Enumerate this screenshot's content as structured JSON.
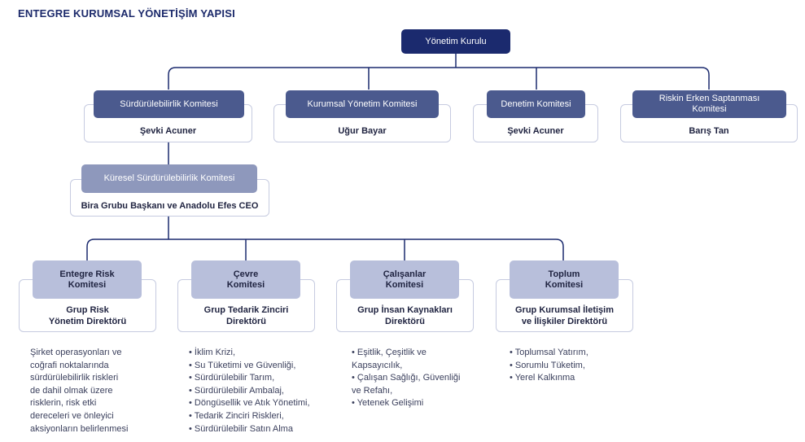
{
  "title": "ENTEGRE KURUMSAL YÖNETİŞİM YAPISI",
  "board": "Yönetim Kurulu",
  "committees": [
    {
      "name": "Sürdürülebilirlik Komitesi",
      "person": "Şevki Acuner"
    },
    {
      "name": "Kurumsal Yönetim Komitesi",
      "person": "Uğur Bayar"
    },
    {
      "name": "Denetim Komitesi",
      "person": "Şevki Acuner"
    },
    {
      "name": "Riskin Erken Saptanması Komitesi",
      "name_line1": "Riskin Erken Saptanması",
      "name_line2": "Komitesi",
      "person": "Barış Tan"
    }
  ],
  "global": {
    "name": "Küresel Sürdürülebilirlik Komitesi",
    "person": "Bira Grubu Başkanı ve Anadolu Efes CEO"
  },
  "subcommittees": [
    {
      "name1": "Entegre Risk",
      "name2": "Komitesi",
      "dir1": "Grup Risk",
      "dir2": "Yönetim Direktörü",
      "desc": [
        "Şirket operasyonları ve",
        "coğrafi noktalarında",
        "sürdürülebilirlik riskleri",
        "de dahil olmak üzere",
        "risklerin, risk etki",
        "dereceleri ve önleyici",
        "aksiyonların belirlenmesi"
      ]
    },
    {
      "name1": "Çevre",
      "name2": "Komitesi",
      "dir1": "Grup Tedarik Zinciri",
      "dir2": "Direktörü",
      "desc": [
        "• İklim Krizi,",
        "• Su Tüketimi ve Güvenliği,",
        "• Sürdürülebilir Tarım,",
        "• Sürdürülebilir Ambalaj,",
        "• Döngüsellik ve Atık Yönetimi,",
        "• Tedarik Zinciri Riskleri,",
        "• Sürdürülebilir Satın Alma"
      ]
    },
    {
      "name1": "Çalışanlar",
      "name2": "Komitesi",
      "dir1": "Grup İnsan Kaynakları",
      "dir2": "Direktörü",
      "desc": [
        "• Eşitlik, Çeşitlik ve",
        "Kapsayıcılık,",
        "• Çalışan Sağlığı, Güvenliği",
        "ve Refahı,",
        "• Yetenek Gelişimi"
      ]
    },
    {
      "name1": "Toplum",
      "name2": "Komitesi",
      "dir1": "Grup Kurumsal İletişim",
      "dir2": "ve İlişkiler Direktörü",
      "desc": [
        "• Toplumsal Yatırım,",
        "• Sorumlu Tüketim,",
        "• Yerel Kalkınma"
      ]
    }
  ],
  "colors": {
    "navy": "#1b2a6e",
    "dark": "#4b5a8e",
    "mid": "#8e98bc",
    "light": "#b8bfdb",
    "border": "#c6cbe0"
  }
}
